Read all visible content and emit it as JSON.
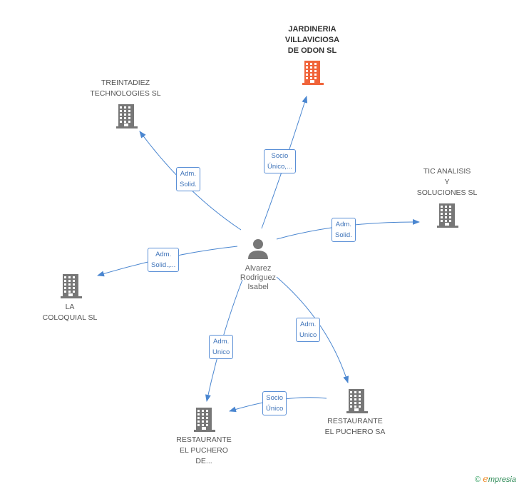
{
  "colors": {
    "highlight": "#f0643a",
    "building": "#777777",
    "edge": "#4a86d0"
  },
  "center": {
    "name": [
      "Alvarez",
      "Rodriguez",
      "Isabel"
    ],
    "icon": "person-icon"
  },
  "companies": [
    {
      "id": "jardineria",
      "label": [
        "JARDINERIA",
        "VILLAVICIOSA",
        "DE ODON SL"
      ],
      "highlight": true
    },
    {
      "id": "treintadiez",
      "label": [
        "TREINTADIEZ",
        "TECHNOLOGIES SL"
      ],
      "highlight": false
    },
    {
      "id": "tic",
      "label": [
        "TIC ANALISIS",
        "Y",
        "SOLUCIONES SL"
      ],
      "highlight": false
    },
    {
      "id": "coloquial",
      "label": [
        "LA",
        "COLOQUIAL SL"
      ],
      "highlight": false
    },
    {
      "id": "puchero-sa",
      "label": [
        "RESTAURANTE",
        "EL PUCHERO SA"
      ],
      "highlight": false
    },
    {
      "id": "puchero-de",
      "label": [
        "RESTAURANTE",
        "EL PUCHERO",
        "DE..."
      ],
      "highlight": false
    }
  ],
  "relations": [
    {
      "to": "jardineria",
      "label": [
        "Socio",
        "Único,..."
      ]
    },
    {
      "to": "treintadiez",
      "label": [
        "Adm.",
        "Solid."
      ]
    },
    {
      "to": "tic",
      "label": [
        "Adm.",
        "Solid."
      ]
    },
    {
      "to": "coloquial",
      "label": [
        "Adm.",
        "Solid.,..."
      ]
    },
    {
      "to": "puchero-sa",
      "label": [
        "Adm.",
        "Unico"
      ]
    },
    {
      "to": "puchero-de",
      "label": [
        "Adm.",
        "Unico"
      ]
    },
    {
      "from": "puchero-sa",
      "to": "puchero-de",
      "label": [
        "Socio",
        "Único"
      ]
    }
  ],
  "footer": {
    "copyright": "©",
    "brand_initial": "e",
    "brand_rest": "mpresia"
  }
}
